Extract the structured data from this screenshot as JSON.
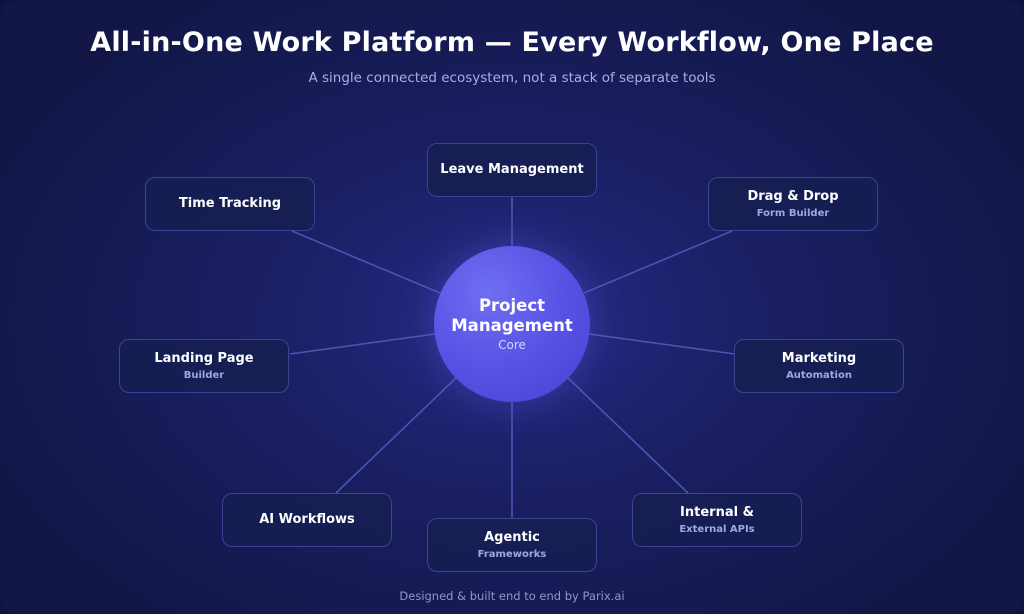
{
  "header": {
    "title": "All-in-One Work Platform — Every Workflow, One Place",
    "subtitle": "A single connected ecosystem, not a stack of separate tools"
  },
  "hub": {
    "title_line1": "Project",
    "title_line2": "Management",
    "subtitle": "Core"
  },
  "nodes": {
    "leave": {
      "title": "Leave Management",
      "subtitle": ""
    },
    "time": {
      "title": "Time Tracking",
      "subtitle": ""
    },
    "drag": {
      "title": "Drag & Drop",
      "subtitle": "Form Builder"
    },
    "landing": {
      "title": "Landing Page",
      "subtitle": "Builder"
    },
    "marketing": {
      "title": "Marketing",
      "subtitle": "Automation"
    },
    "ai": {
      "title": "AI Workflows",
      "subtitle": ""
    },
    "agentic": {
      "title": "Agentic",
      "subtitle": "Frameworks"
    },
    "apis": {
      "title": "Internal &",
      "subtitle": "External APIs"
    }
  },
  "footer": {
    "text": "Designed & built end to end by Parix.ai"
  },
  "colors": {
    "hub": "#5a55e6",
    "connector": "#4a55b0",
    "node_border": "#3b4494"
  }
}
